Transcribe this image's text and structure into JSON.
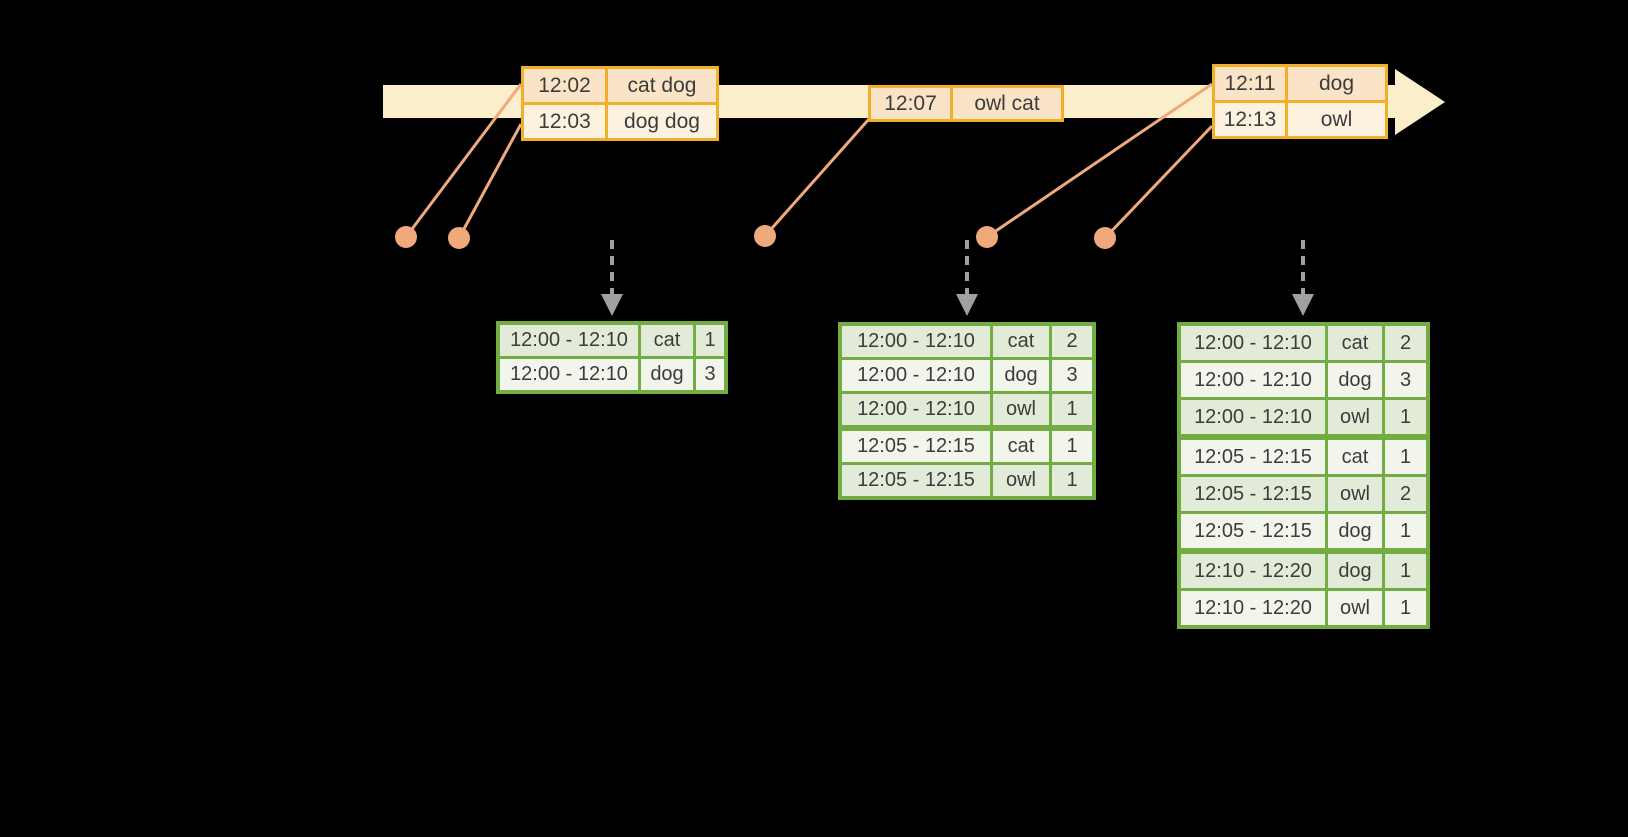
{
  "colors": {
    "background": "#000000",
    "timeline_fill": "#fbefcb",
    "event_table_border": "#f0b02a",
    "event_row_dark": "#fae3c6",
    "event_row_light": "#fcf2df",
    "result_table_border": "#74ac44",
    "result_row_dark": "#e2ebd8",
    "result_row_light": "#f1f5ec",
    "connector_dot": "#efa97c",
    "trigger_arrow": "#a0a0a0",
    "text": "#3c3c3c"
  },
  "timeline": {
    "event_groups": [
      {
        "rows": [
          {
            "time": "12:02",
            "words": "cat dog"
          },
          {
            "time": "12:03",
            "words": "dog dog"
          }
        ]
      },
      {
        "rows": [
          {
            "time": "12:07",
            "words": "owl cat"
          }
        ]
      },
      {
        "rows": [
          {
            "time": "12:11",
            "words": "dog"
          },
          {
            "time": "12:13",
            "words": "owl"
          }
        ]
      }
    ]
  },
  "result_tables": [
    {
      "rows": [
        {
          "window": "12:00 - 12:10",
          "word": "cat",
          "count": "1"
        },
        {
          "window": "12:00 - 12:10",
          "word": "dog",
          "count": "3"
        }
      ]
    },
    {
      "rows": [
        {
          "window": "12:00 - 12:10",
          "word": "cat",
          "count": "2"
        },
        {
          "window": "12:00 - 12:10",
          "word": "dog",
          "count": "3"
        },
        {
          "window": "12:00 - 12:10",
          "word": "owl",
          "count": "1"
        },
        {
          "window": "12:05 - 12:15",
          "word": "cat",
          "count": "1"
        },
        {
          "window": "12:05 - 12:15",
          "word": "owl",
          "count": "1"
        }
      ]
    },
    {
      "rows": [
        {
          "window": "12:00 - 12:10",
          "word": "cat",
          "count": "2"
        },
        {
          "window": "12:00 - 12:10",
          "word": "dog",
          "count": "3"
        },
        {
          "window": "12:00 - 12:10",
          "word": "owl",
          "count": "1"
        },
        {
          "window": "12:05 - 12:15",
          "word": "cat",
          "count": "1"
        },
        {
          "window": "12:05 - 12:15",
          "word": "owl",
          "count": "2"
        },
        {
          "window": "12:05 - 12:15",
          "word": "dog",
          "count": "1"
        },
        {
          "window": "12:10 - 12:20",
          "word": "dog",
          "count": "1"
        },
        {
          "window": "12:10 - 12:20",
          "word": "owl",
          "count": "1"
        }
      ]
    }
  ]
}
